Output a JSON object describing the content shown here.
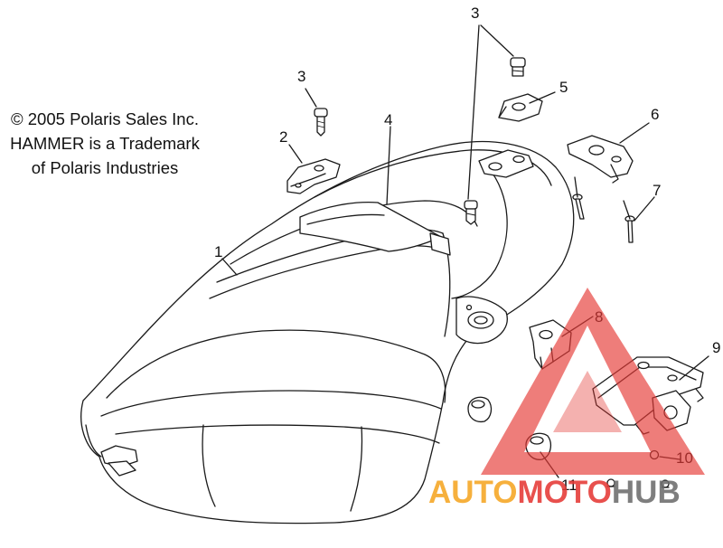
{
  "notice": {
    "copyright": "© 2005 Polaris Sales Inc.",
    "trademark_line1": "HAMMER is a Trademark",
    "trademark_line2": "of Polaris Industries"
  },
  "callouts": {
    "c1": "1",
    "c2": "2",
    "c3a": "3",
    "c3b": "3",
    "c4": "4",
    "c5": "5",
    "c6": "6",
    "c7": "7",
    "c8": "8",
    "c9": "9",
    "c10": "10",
    "c11": "11"
  },
  "watermark": {
    "part1": "AUTO",
    "part2": "MOTO",
    "part3": "HUB",
    "colors": {
      "orange": "#f5a623",
      "red": "#e53935",
      "gray": "#6d6d6d"
    }
  }
}
